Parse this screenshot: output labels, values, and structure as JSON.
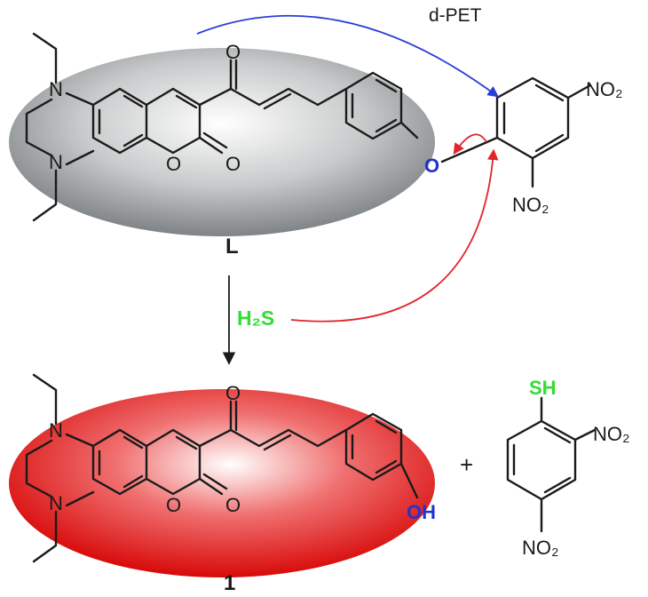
{
  "colors": {
    "text": "#1a1a1a",
    "arrow_blue": "#2a3ed8",
    "arrow_red": "#e0262c",
    "oxygen_blue": "#2233cc",
    "sulfur_green": "#33dd33",
    "ellipse_grey": "#9fa2a4",
    "ellipse_red": "#e01818"
  },
  "labels": {
    "dpet": "d-PET",
    "compound_L": "L",
    "compound_1": "1",
    "reagent_h2s": "H₂S",
    "plus": "+"
  },
  "atoms": {
    "N": "N",
    "O": "O",
    "OH": "OH",
    "SH": "SH",
    "NO2": "NO₂"
  }
}
